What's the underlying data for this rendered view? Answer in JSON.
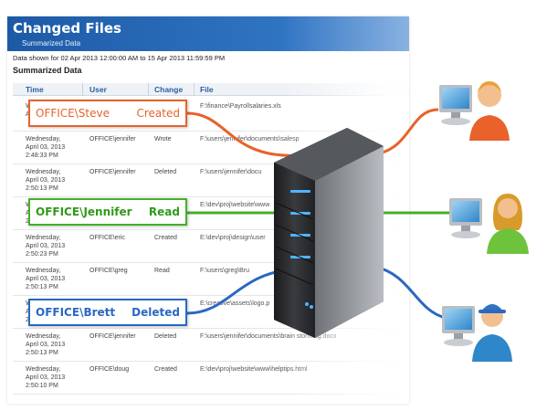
{
  "report": {
    "title": "Changed Files",
    "subtitle": "Summarized Data",
    "range": "Data shown for 02 Apr 2013 12:00:00 AM to 15 Apr 2013 11:59:59 PM",
    "section_title": "Summarized Data",
    "columns": [
      "Time",
      "User",
      "Change",
      "File"
    ],
    "rows": [
      {
        "time": [
          "Wed",
          "Apr",
          ""
        ],
        "user": "",
        "change": "",
        "file": "F:\\finance\\Payrollsalaries.xls"
      },
      {
        "time": [
          "Wednesday,",
          "April 03, 2013",
          "2:48:33 PM"
        ],
        "user": "OFFICE\\jennifer",
        "change": "Wrote",
        "file": "F:\\users\\jennifer\\documents\\salesp"
      },
      {
        "time": [
          "Wednesday,",
          "April 03, 2013",
          "2:50:13 PM"
        ],
        "user": "OFFICE\\jennifer",
        "change": "Deleted",
        "file": "F:\\users\\jennifer\\docu"
      },
      {
        "time": [
          "Wed",
          "Apr",
          "2:5"
        ],
        "user": "",
        "change": "",
        "file": "E:\\dev\\proj\\website\\www"
      },
      {
        "time": [
          "Wednesday,",
          "April 03, 2013",
          "2:50:23 PM"
        ],
        "user": "OFFICE\\eric",
        "change": "Created",
        "file": "E:\\dev\\proj\\design\\user"
      },
      {
        "time": [
          "Wednesday,",
          "April 03, 2013",
          "2:50:13 PM"
        ],
        "user": "OFFICE\\greg",
        "change": "Read",
        "file": "F:\\users\\greg\\Bru"
      },
      {
        "time": [
          "Wed",
          "Apr",
          "2:5"
        ],
        "user": "",
        "change": "",
        "file": "E:\\creative\\assets\\logo.p"
      },
      {
        "time": [
          "Wednesday,",
          "April 03, 2013",
          "2:50:13 PM"
        ],
        "user": "OFFICE\\jennifer",
        "change": "Deleted",
        "file": "F:\\users\\jennifer\\documents\\brain storming.docx"
      },
      {
        "time": [
          "Wednesday,",
          "April 03, 2013",
          "2:50:10 PM"
        ],
        "user": "OFFICE\\doug",
        "change": "Created",
        "file": "E:\\dev\\proj\\website\\www\\helptips.html"
      }
    ]
  },
  "callouts": [
    {
      "user": "OFFICE\\Steve",
      "action": "Created",
      "color": "#e8622a"
    },
    {
      "user": "OFFICE\\Jennifer",
      "action": "Read",
      "color": "#43b02a"
    },
    {
      "user": "OFFICE\\Brett",
      "action": "Deleted",
      "color": "#2a68c2"
    }
  ],
  "icons": [
    "server-icon",
    "user-computer-icon"
  ]
}
